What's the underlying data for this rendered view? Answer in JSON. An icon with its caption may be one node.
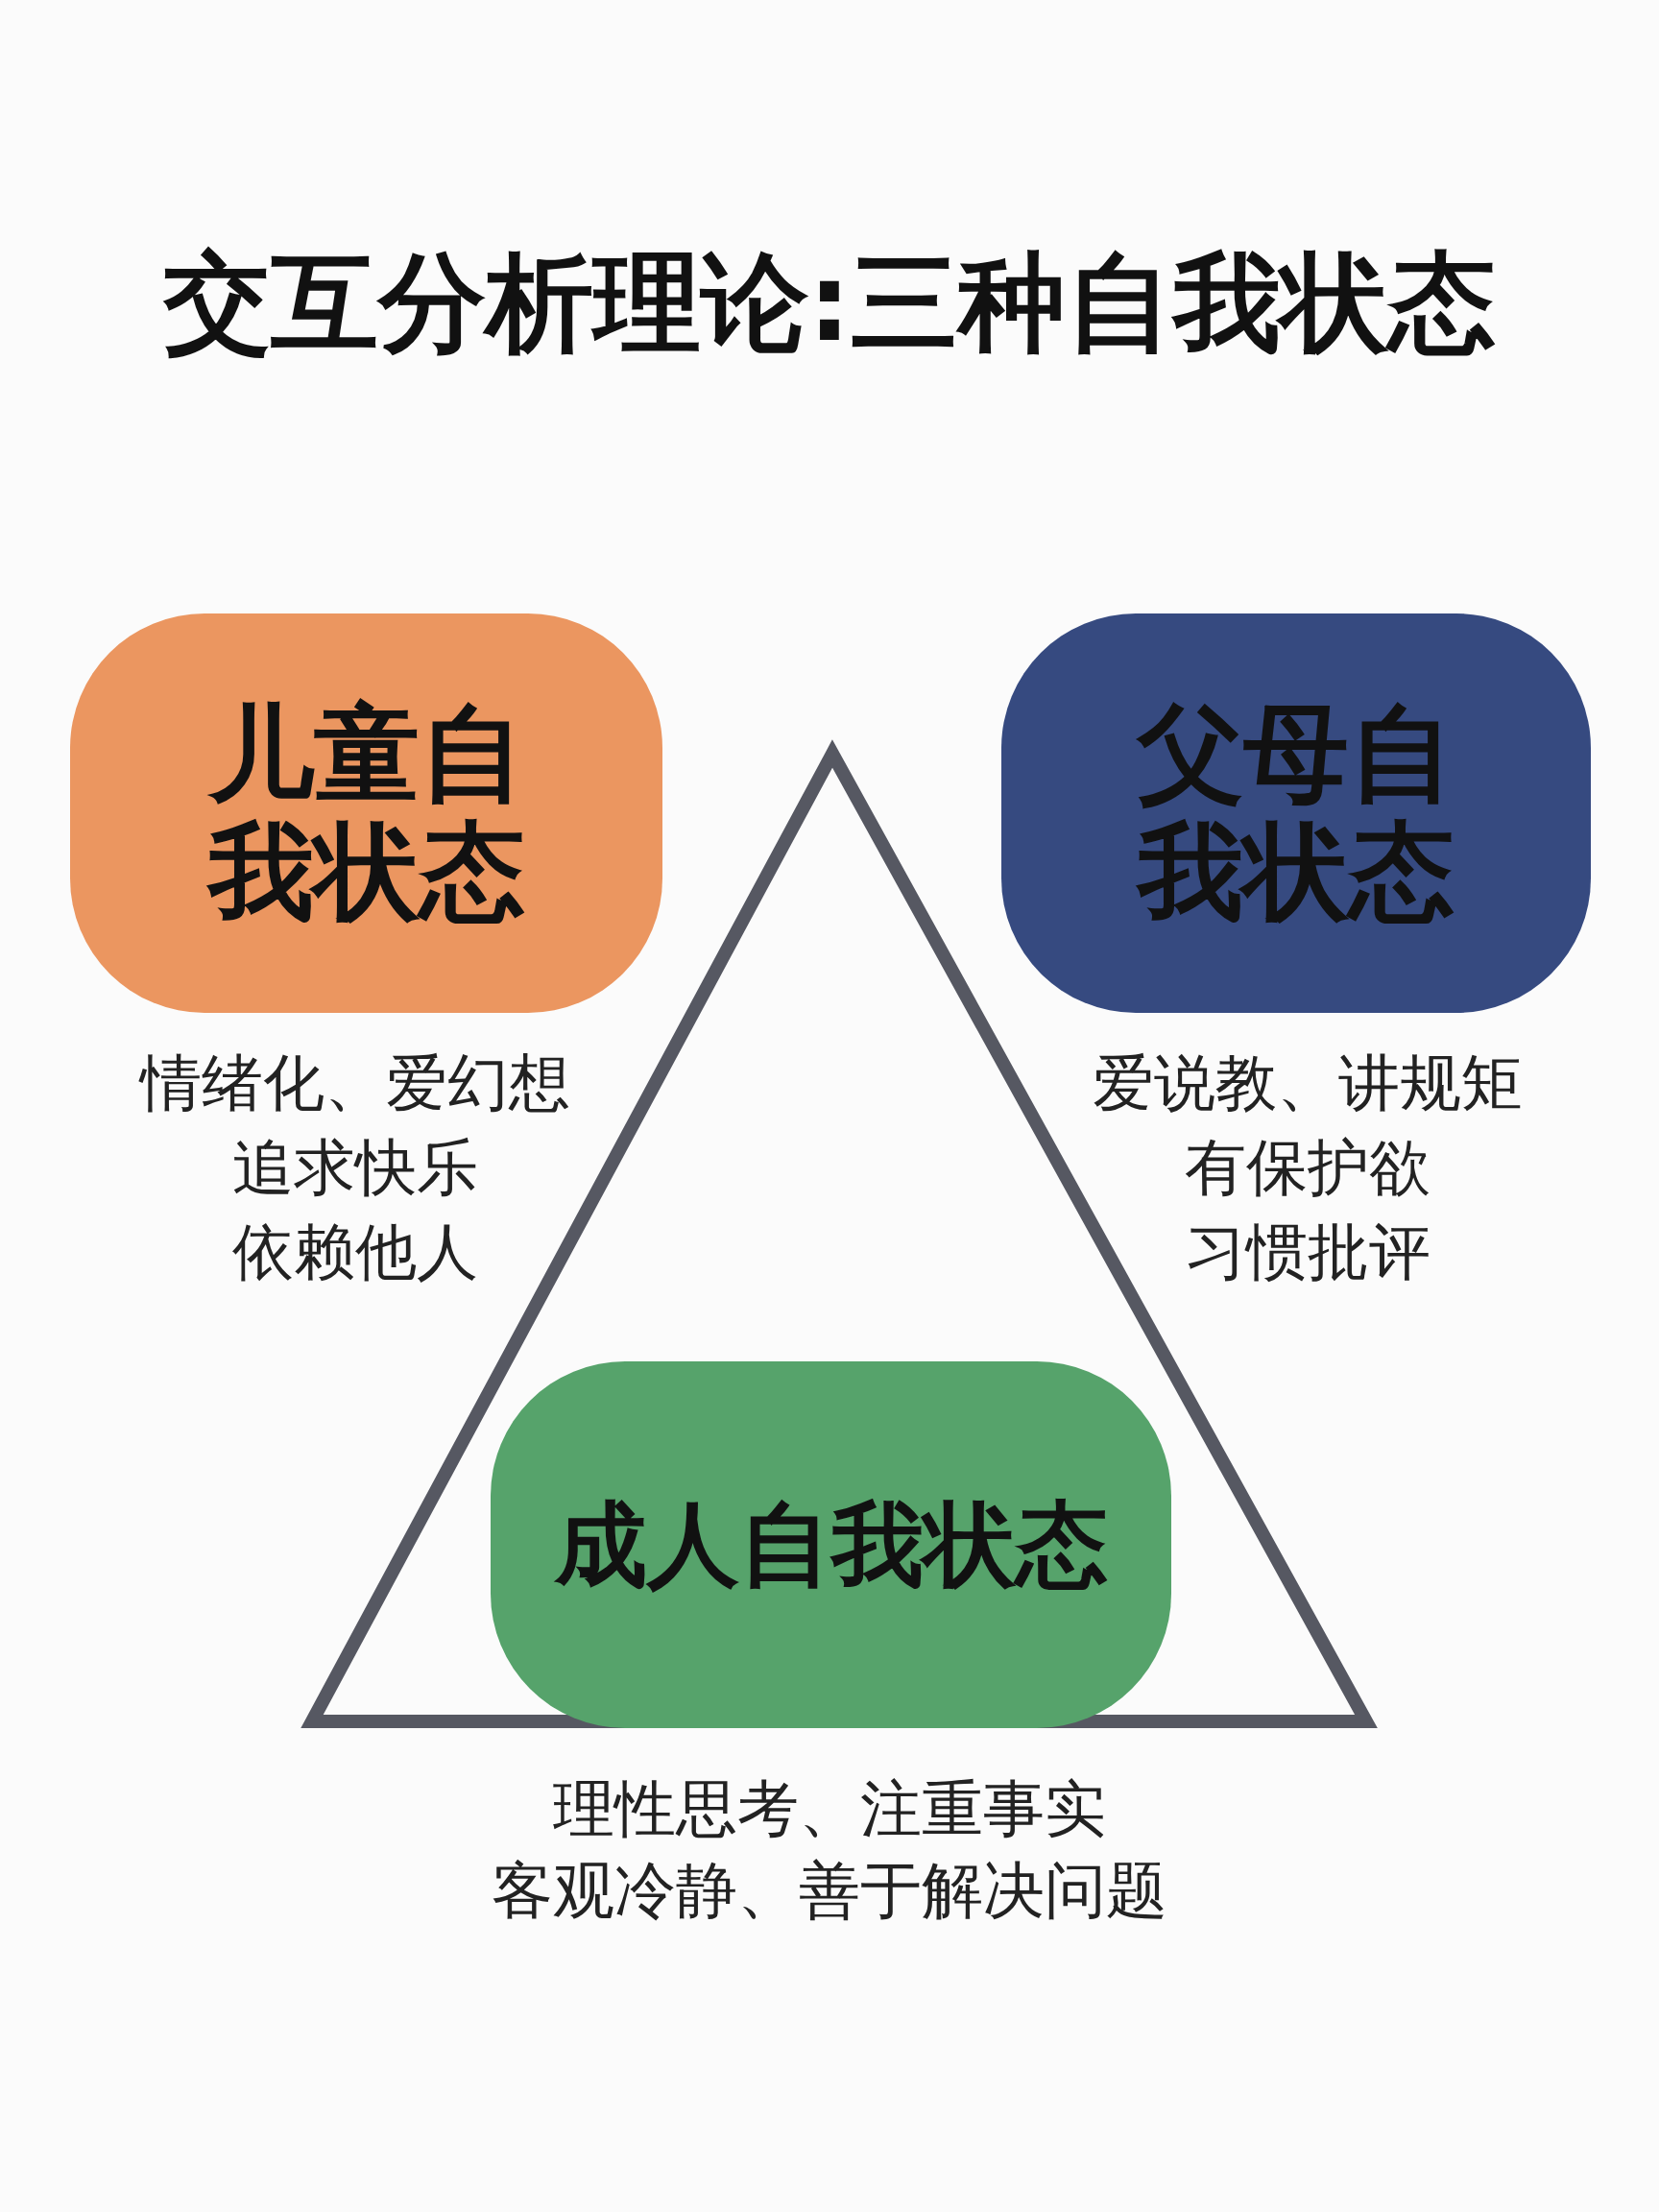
{
  "diagram": {
    "title": "交互分析理论:三种自我状态",
    "nodes": [
      {
        "text": [
          "儿童自我状态"
        ],
        "beside": [
          "情绪化、爱幻想",
          "追求快乐",
          "依赖他人"
        ]
      },
      {
        "text": [
          "父母自我状态"
        ],
        "beside": [
          "爱说教、讲规矩",
          "有保护欲",
          "习惯批评"
        ]
      },
      {
        "text": [
          "成人自我状态"
        ],
        "beside": [
          "理性思考、注重事实",
          "客观冷静、善于解决问题"
        ]
      }
    ],
    "edges": []
  }
}
